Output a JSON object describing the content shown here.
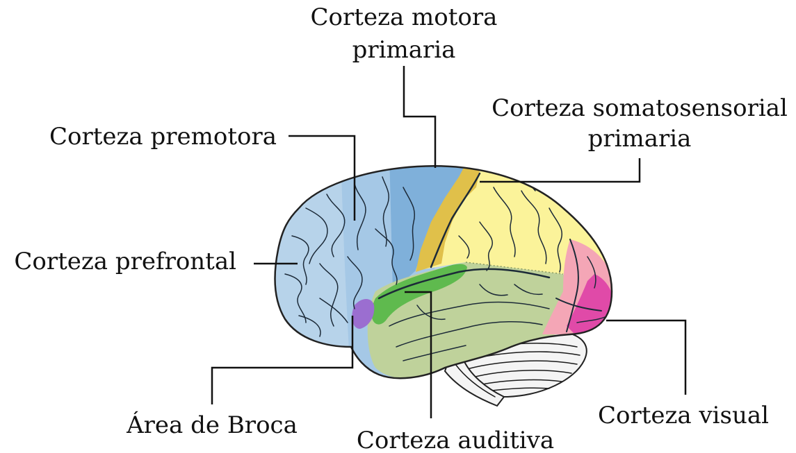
{
  "labels": {
    "primary_motor_line1": "Corteza motora",
    "primary_motor_line2": "primaria",
    "somatosensory_line1": "Corteza somatosensorial",
    "somatosensory_line2": "primaria",
    "premotor": "Corteza premotora",
    "prefrontal": "Corteza prefrontal",
    "broca": "Área de Broca",
    "auditory": "Corteza auditiva",
    "visual": "Corteza visual"
  },
  "colors": {
    "prefrontal": "#b7d3ea",
    "premotor": "#a5c8e6",
    "primary_motor": "#7fb0da",
    "somatosensory": "#fbf39a",
    "somatosensory_strip": "#e0c04a",
    "temporal": "#bfd29b",
    "auditory": "#5fba4e",
    "broca": "#9b6ed0",
    "occipital": "#f4a6b6",
    "visual": "#e04aa8",
    "cerebellum": "#f4f4f4",
    "outline": "#222222"
  }
}
